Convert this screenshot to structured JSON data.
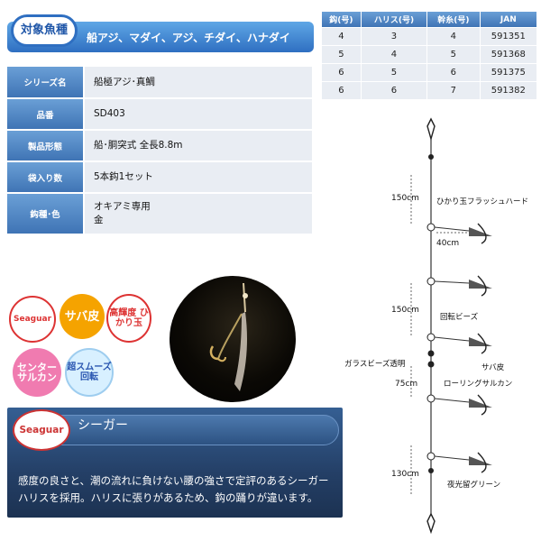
{
  "banner": {
    "tag": "対象魚種",
    "fish": "船アジ、マダイ、アジ、チダイ、ハナダイ"
  },
  "spec": [
    {
      "label": "シリーズ名",
      "value": [
        "船極アジ･真鯛"
      ]
    },
    {
      "label": "品番",
      "value": [
        "SD403"
      ]
    },
    {
      "label": "製品形態",
      "value": [
        "船･胴突式 全長8.8m"
      ]
    },
    {
      "label": "袋入り数",
      "value": [
        "5本鈎1セット"
      ]
    },
    {
      "label": "鈎種･色",
      "value": [
        "オキアミ専用",
        "金"
      ]
    }
  ],
  "size_table": {
    "headers": [
      "鈎(号)",
      "ハリス(号)",
      "幹糸(号)",
      "JAN"
    ],
    "rows": [
      [
        "4",
        "3",
        "4",
        "591351"
      ],
      [
        "5",
        "4",
        "5",
        "591368"
      ],
      [
        "6",
        "5",
        "6",
        "591375"
      ],
      [
        "6",
        "6",
        "7",
        "591382"
      ]
    ]
  },
  "badges": {
    "seaguar": "Seaguar",
    "saba": "サバ皮",
    "hikari": "高輝度 ひかり玉",
    "center": "センター サルカン",
    "smooth": "超スムーズ 回転"
  },
  "brand": {
    "logo": "Seaguar",
    "title": "シーガー",
    "body": [
      "感度の良さと、潮の流れに負けない腰の強さで定評のあるシーガー",
      "ハリスを採用。ハリスに張りがあるため、鈎の踊りが違います。"
    ]
  },
  "diagram": {
    "len1": "150cm",
    "len2": "150cm",
    "len3": "75cm",
    "len4": "130cm",
    "branch": "40cm",
    "label_hikari": "ひかり玉フラッシュハード",
    "label_kaiten": "回転ビーズ",
    "label_glass": "ガラスビーズ透明",
    "label_saba": "サバ皮",
    "label_rolling": "ローリングサルカン",
    "label_yako": "夜光留グリーン"
  },
  "colors": {
    "header_blue": "#3f74b5",
    "cell_gray": "#e9edf3",
    "panel_navy": "#243f66"
  }
}
